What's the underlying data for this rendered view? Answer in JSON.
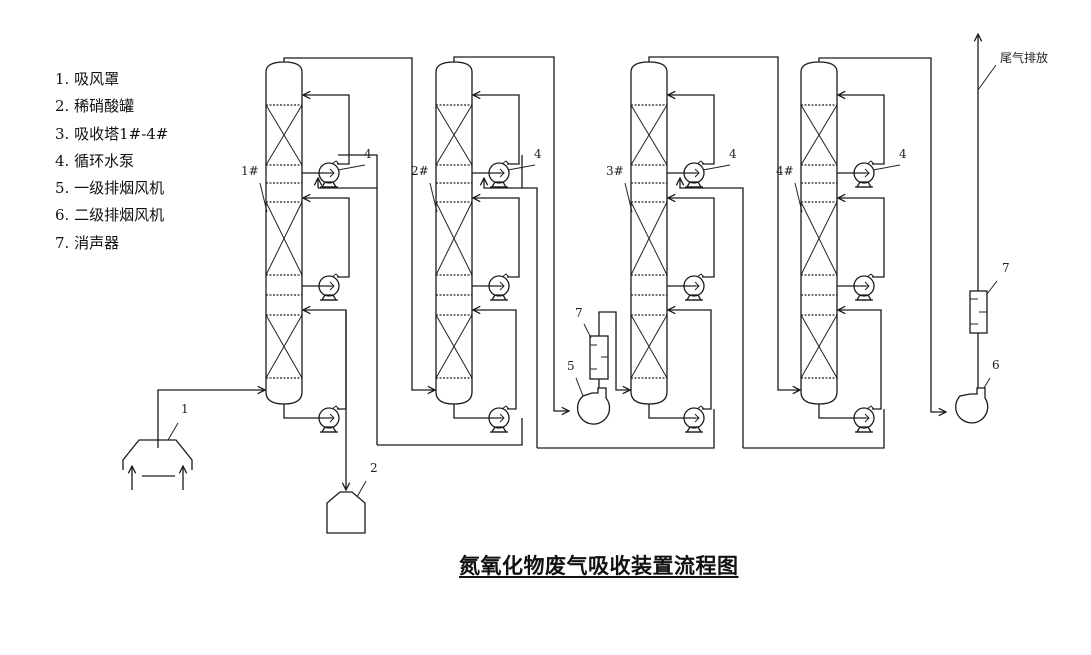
{
  "legend": {
    "items": [
      "1. 吸风罩",
      "2. 稀硝酸罐",
      "3. 吸收塔1#-4#",
      "4. 循环水泵",
      "5. 一级排烟风机",
      "6. 二级排烟风机",
      "7. 消声器"
    ]
  },
  "title": "氮氧化物废气吸收装置流程图",
  "columns": [
    {
      "label": "1#",
      "pump_label": "4"
    },
    {
      "label": "2#",
      "pump_label": "4"
    },
    {
      "label": "3#",
      "pump_label": "4"
    },
    {
      "label": "4#",
      "pump_label": "4"
    }
  ],
  "equipment_labels": {
    "hood": "1",
    "acid_tank": "2",
    "fan1": "5",
    "fan2": "6",
    "silencer_mid": "7",
    "silencer_out": "7"
  },
  "exhaust_label": "尾气排放"
}
